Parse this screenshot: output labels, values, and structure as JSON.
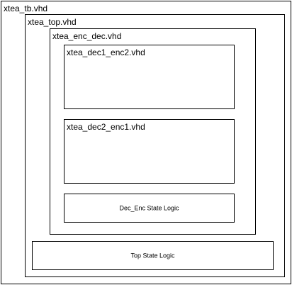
{
  "diagram": {
    "outer": {
      "label": "xtea_tb.vhd"
    },
    "top": {
      "label": "xtea_top.vhd"
    },
    "enc_dec": {
      "label": "xtea_enc_dec.vhd"
    },
    "dec1_enc2": {
      "label": "xtea_dec1_enc2.vhd"
    },
    "dec2_enc1": {
      "label": "xtea_dec2_enc1.vhd"
    },
    "dec_enc_state": {
      "label": "Dec_Enc State Logic"
    },
    "top_state": {
      "label": "Top State Logic"
    }
  }
}
